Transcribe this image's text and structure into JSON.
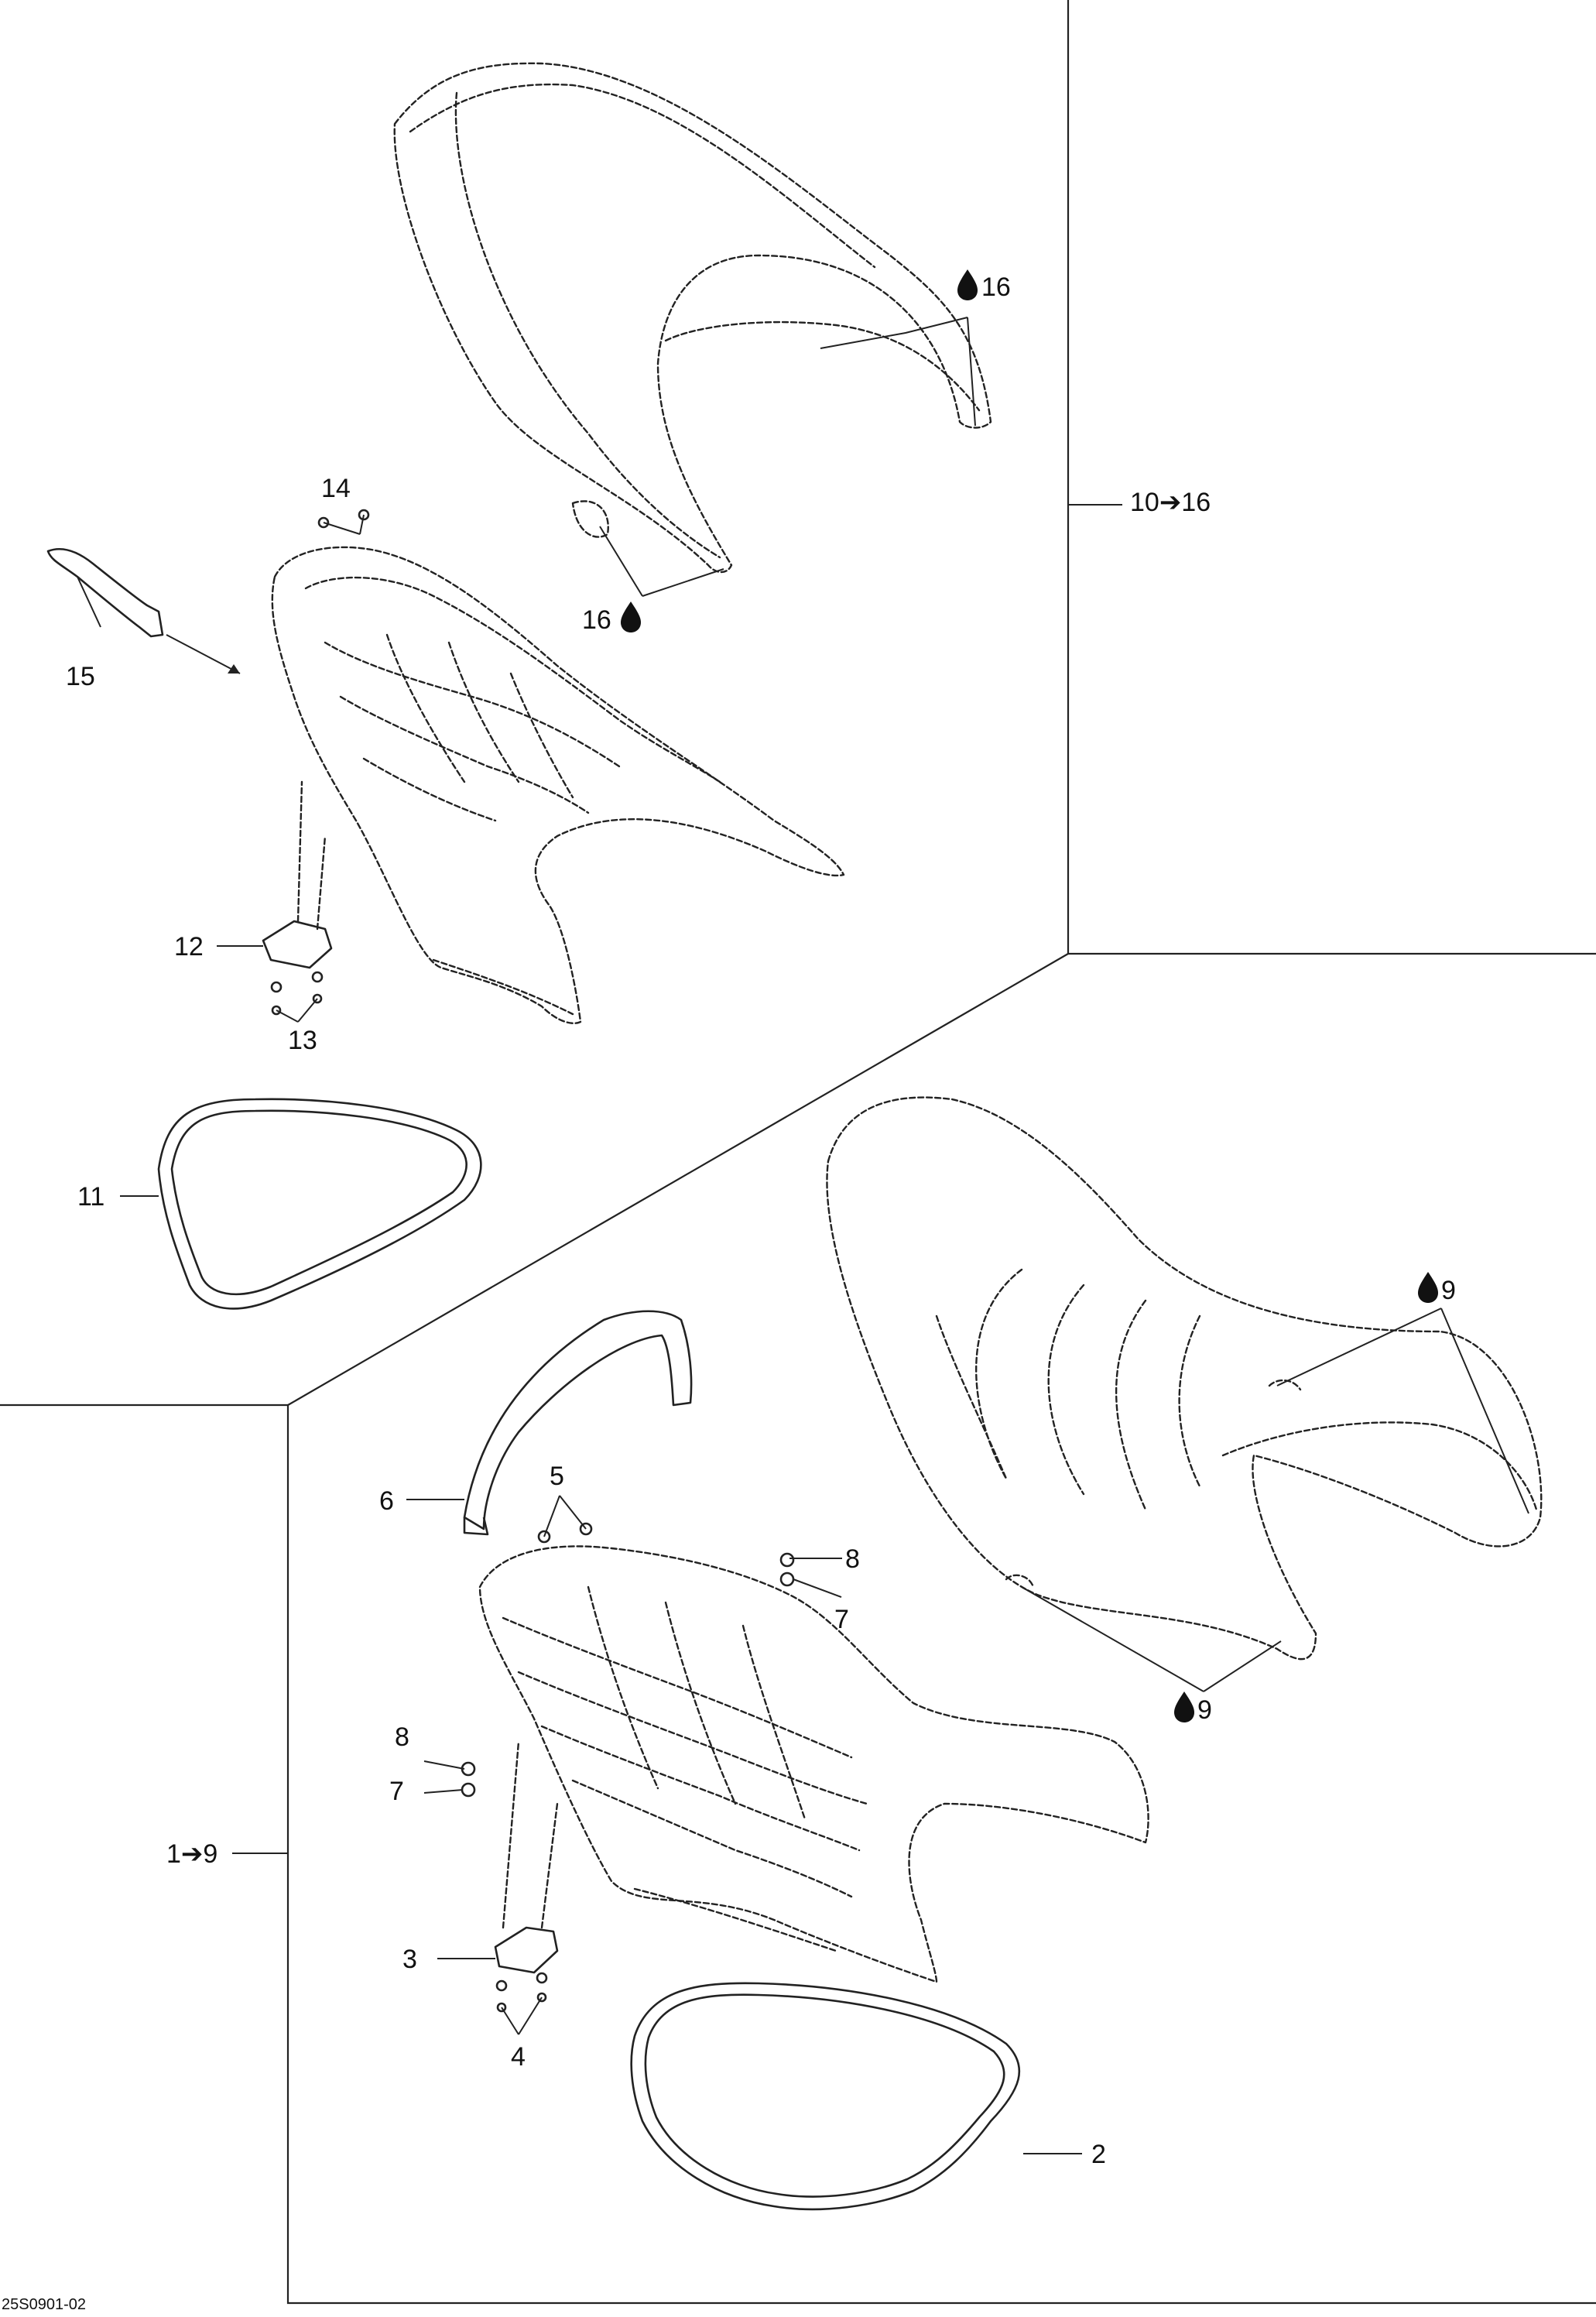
{
  "diagram": {
    "callouts": {
      "c1_9": "1➔9",
      "c2": "2",
      "c3": "3",
      "c4": "4",
      "c5": "5",
      "c6": "6",
      "c7a": "7",
      "c7b": "7",
      "c8a": "8",
      "c8b": "8",
      "c9a": "9",
      "c9b": "9",
      "c10_16": "10➔16",
      "c11": "11",
      "c12": "12",
      "c13": "13",
      "c14": "14",
      "c15": "15",
      "c16a": "16",
      "c16b": "16"
    },
    "icons": {
      "drop": "drop-icon",
      "arrow": "right-arrow-icon"
    },
    "drawing_code": "25S0901-02"
  }
}
